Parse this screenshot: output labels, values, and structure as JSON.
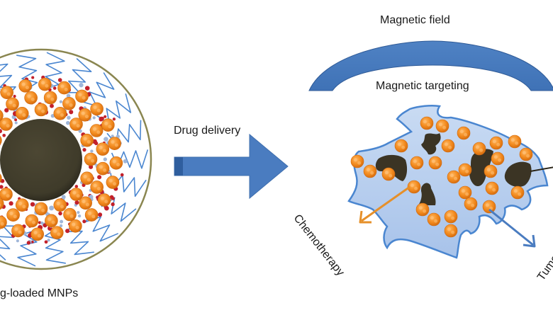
{
  "figure": {
    "title": "Drug-loaded magnetic nanoparticles for magnetic targeting of tumors",
    "labels": {
      "nanoparticle": "g-loaded MNPs",
      "drug_delivery": "Drug delivery",
      "magnetic_field": "Magnetic field",
      "magnetic_targeting": "Magnetic targeting",
      "chemotherapy": "Chemotherapy",
      "tumor": "Tumor"
    },
    "components": [
      {
        "id": "mnp",
        "name": "Drug-loaded magnetic nanoparticle",
        "parts": [
          "magnetic core",
          "drug molecules",
          "polymer coating",
          "outer shell"
        ]
      },
      {
        "id": "delivery-arrow",
        "name": "Drug delivery arrow"
      },
      {
        "id": "magnet",
        "name": "Magnetic field arc"
      },
      {
        "id": "tumor-tissue",
        "name": "Tumor tissue with accumulated nanoparticles"
      },
      {
        "id": "chemo-arrow",
        "name": "Chemotherapy arrow"
      },
      {
        "id": "tumor-arrow",
        "name": "Tumor arrow"
      }
    ],
    "colors": {
      "core": "#3f3b2a",
      "drug_particle": "#f08a1c",
      "drug_particle_highlight": "#ffb15a",
      "polymer": "#4a86d0",
      "shell": "#8a8650",
      "arrow_blue": "#4a7cc0",
      "arrow_blue_dark": "#2f5e9e",
      "tumor_fill": "#b9cfee",
      "tumor_edge": "#4a86d0",
      "tumor_cells": "#3b3424",
      "chemo_arrow": "#e6902a",
      "molecule_red": "#c2202a"
    }
  }
}
